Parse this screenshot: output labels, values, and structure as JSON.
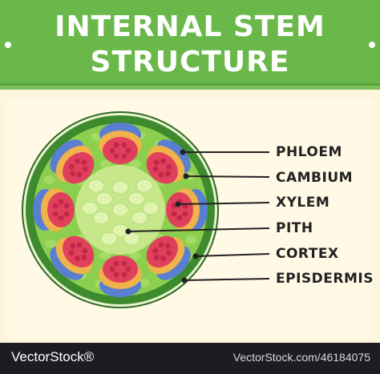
{
  "title": {
    "line1": "INTERNAL STEM",
    "line2": "STRUCTURE"
  },
  "labels": [
    "PHLOEM",
    "CAMBIUM",
    "XYLEM",
    "PITH",
    "CORTEX",
    "EPISDERMIS"
  ],
  "watermark": {
    "brand": "VectorStock®",
    "url": "VectorStock.com/46184075"
  },
  "colors": {
    "banner": "#6ab84a",
    "epidermis": "#3e8a2e",
    "cortex": "#8ccf4e",
    "pith": "#c6e88a",
    "phloem": "#5a7fd0",
    "cambium": "#f0b24a",
    "xylem": "#e0405c"
  }
}
